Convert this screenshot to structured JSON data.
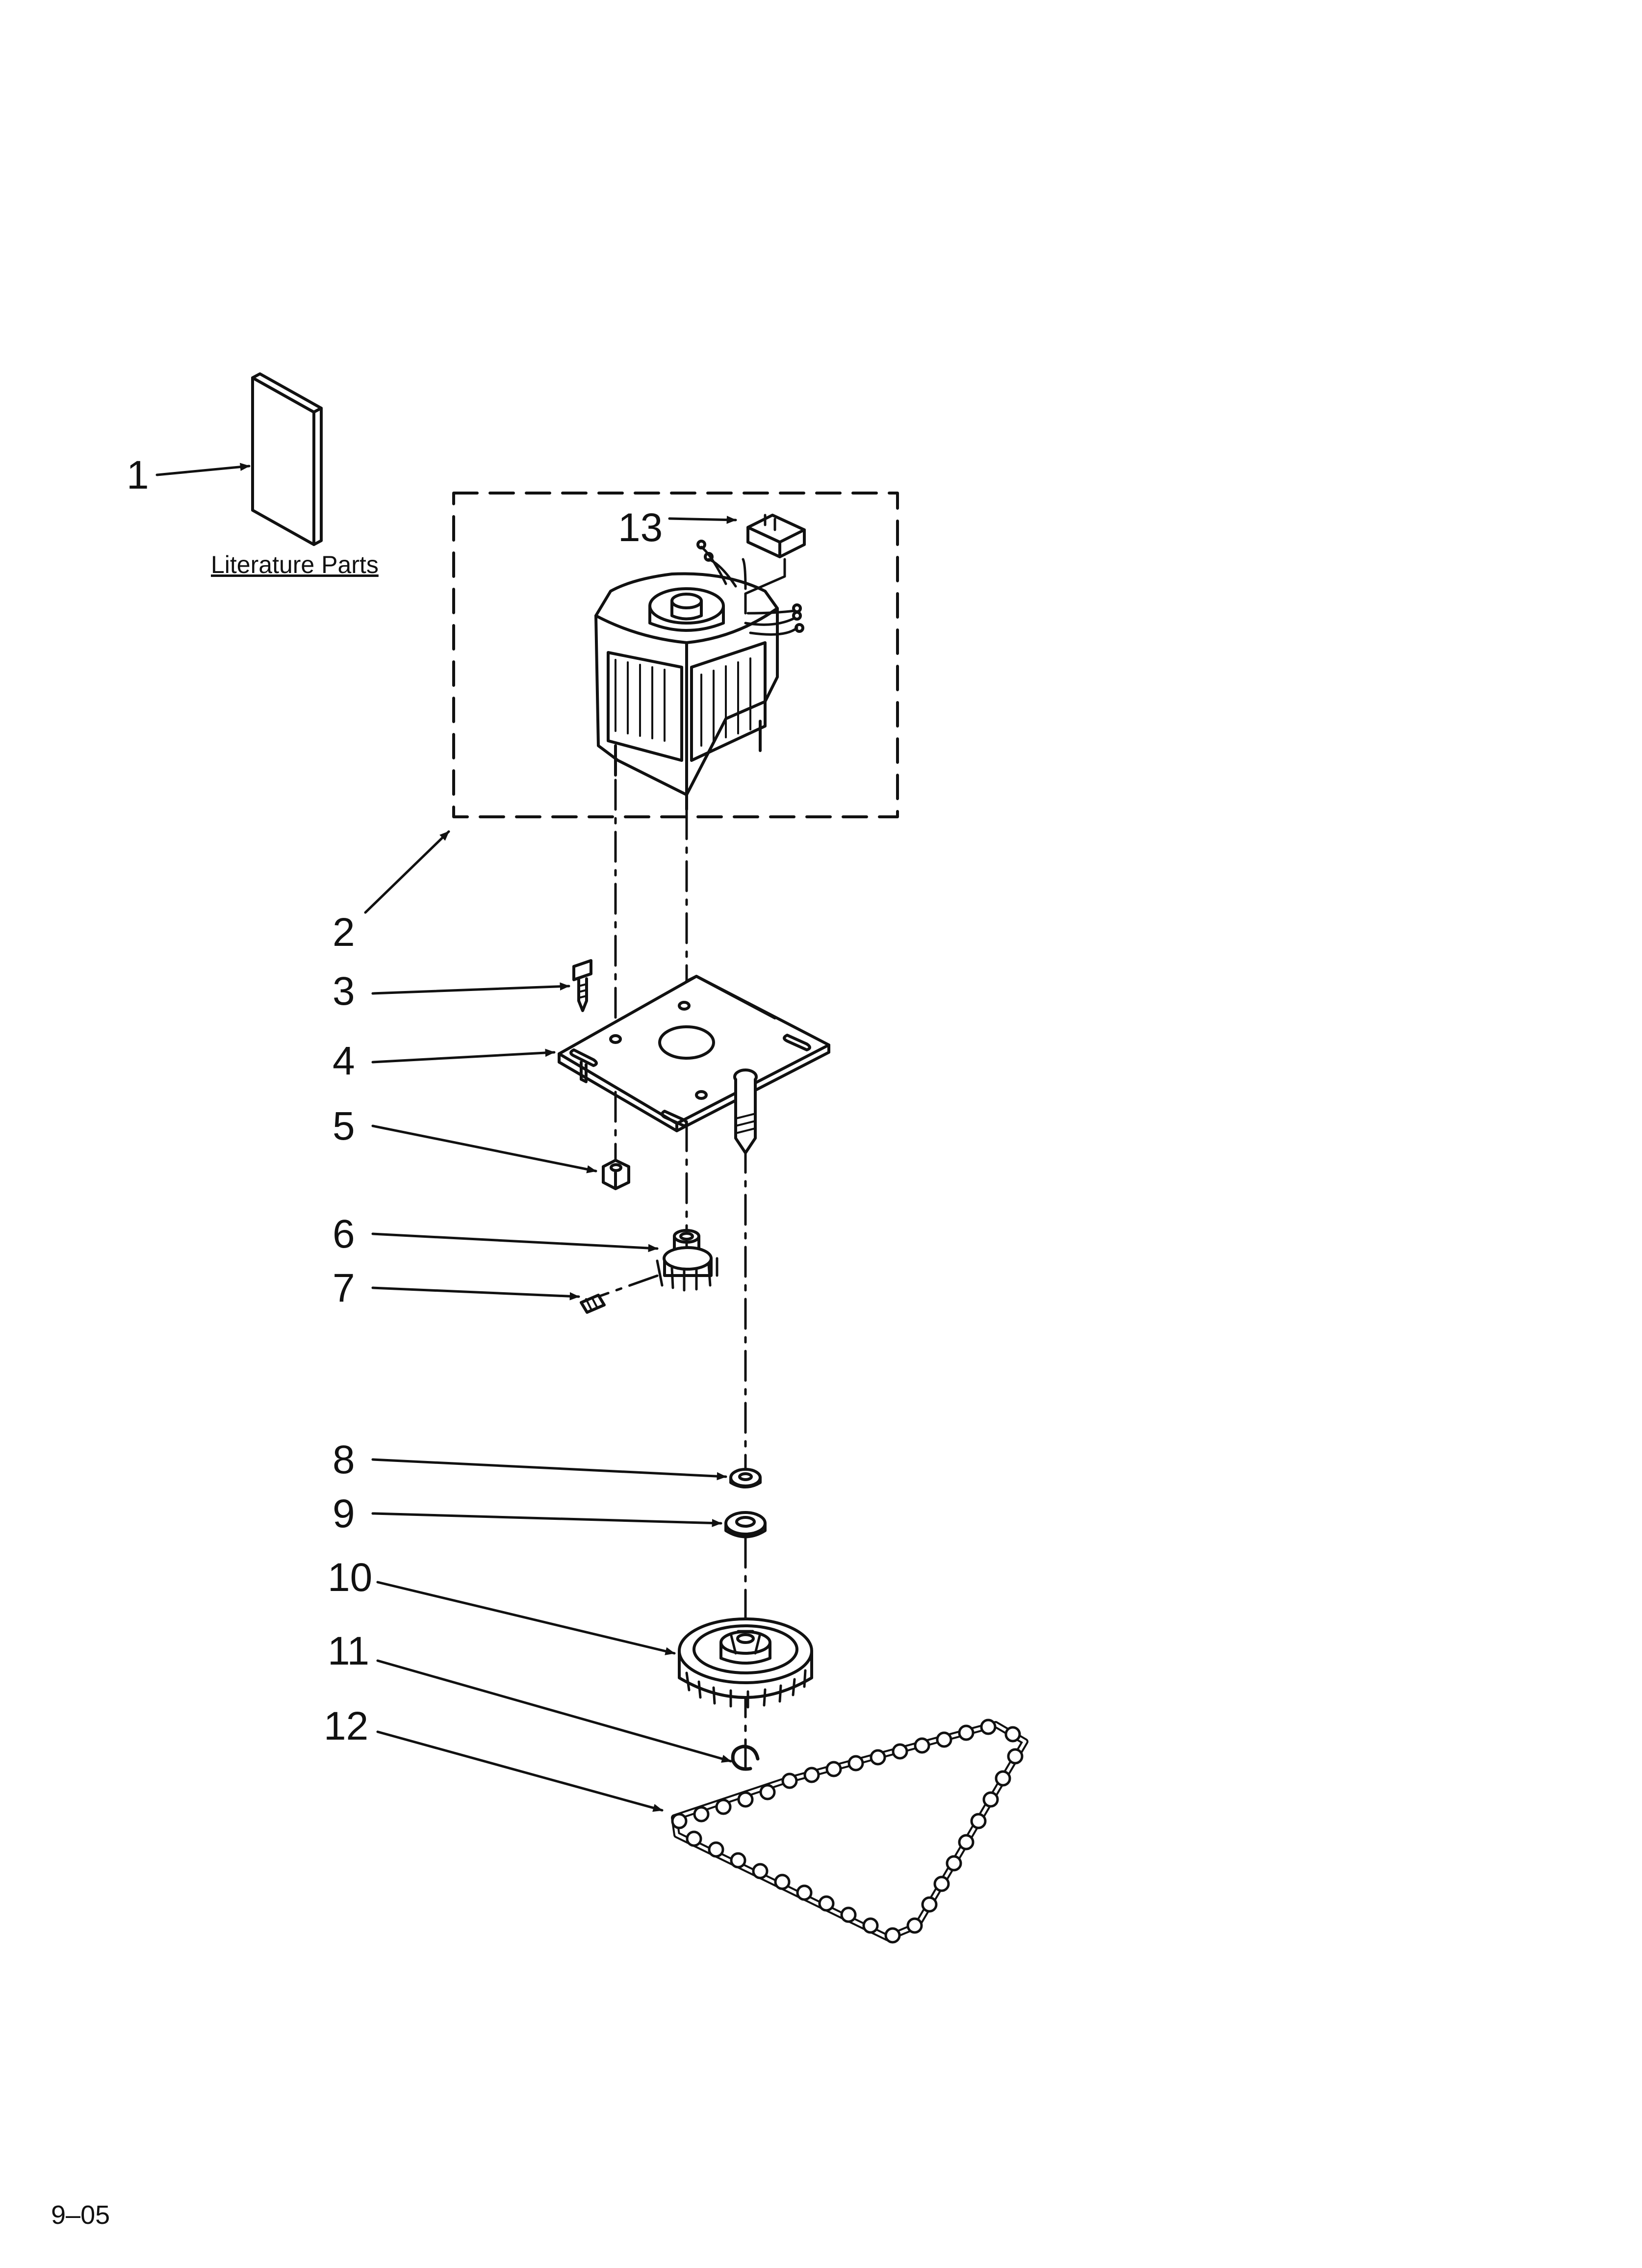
{
  "diagram": {
    "literature_label": "Literature Parts",
    "page_code": "9–05",
    "callouts": {
      "c1": "1",
      "c2": "2",
      "c3": "3",
      "c4": "4",
      "c5": "5",
      "c6": "6",
      "c7": "7",
      "c8": "8",
      "c9": "9",
      "c10": "10",
      "c11": "11",
      "c12": "12",
      "c13": "13"
    }
  },
  "colors": {
    "line": "#111111",
    "background": "#ffffff"
  }
}
